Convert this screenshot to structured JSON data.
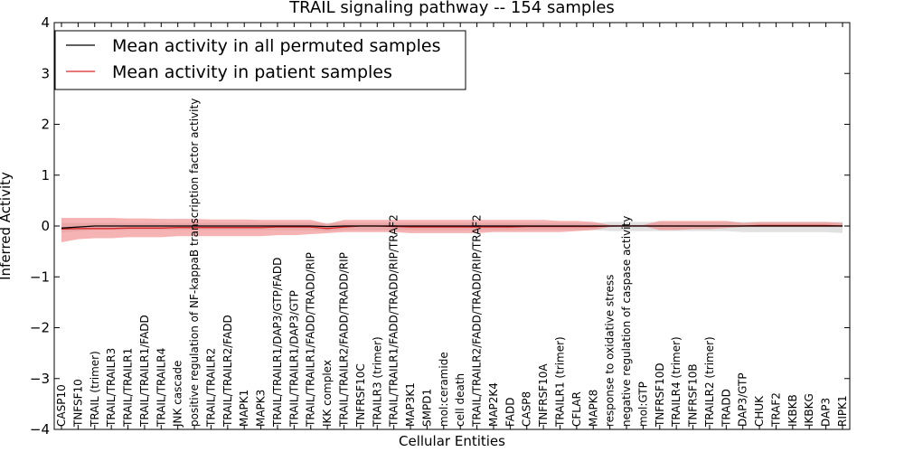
{
  "chart_data": {
    "type": "line",
    "title": "TRAIL signaling pathway -- 154 samples",
    "xlabel": "Cellular Entities",
    "ylabel": "Inferred Activity",
    "ylim": [
      -4,
      4
    ],
    "yticks": [
      -4,
      -3,
      -2,
      -1,
      0,
      1,
      2,
      3,
      4
    ],
    "ytick_labels": [
      "−4",
      "−3",
      "−2",
      "−1",
      "0",
      "1",
      "2",
      "3",
      "4"
    ],
    "grid": false,
    "legend_position": "upper-left",
    "categories": [
      "CASP10",
      "TNFSF10",
      "TRAIL (trimer)",
      "TRAIL/TRAILR3",
      "TRAIL/TRAILR1",
      "TRAIL/TRAILR1/FADD",
      "TRAIL/TRAILR4",
      "JNK cascade",
      "positive regulation of NF-kappaB transcription factor activity",
      "TRAIL/TRAILR2",
      "TRAIL/TRAILR2/FADD",
      "MAPK1",
      "MAPK3",
      "TRAIL/TRAILR1/DAP3/GTP/FADD",
      "TRAIL/TRAILR1/DAP3/GTP",
      "TRAIL/TRAILR1/FADD/TRADD/RIP",
      "IKK complex",
      "TRAIL/TRAILR2/FADD/TRADD/RIP",
      "TNFRSF10C",
      "TRAILR3 (trimer)",
      "TRAIL/TRAILR1/FADD/TRADD/RIP/TRAF2",
      "MAP3K1",
      "SMPD1",
      "mol:ceramide",
      "cell death",
      "TRAIL/TRAILR2/FADD/TRADD/RIP/TRAF2",
      "MAP2K4",
      "FADD",
      "CASP8",
      "TNFRSF10A",
      "TRAILR1 (trimer)",
      "CFLAR",
      "MAPK8",
      "response to oxidative stress",
      "negative regulation of caspase activity",
      "mol:GTP",
      "TNFRSF10D",
      "TRAILR4 (trimer)",
      "TNFRSF10B",
      "TRAILR2 (trimer)",
      "TRADD",
      "DAP3/GTP",
      "CHUK",
      "TRAF2",
      "IKBKB",
      "IKBKG",
      "DAP3",
      "RIPK1"
    ],
    "series": [
      {
        "name": "Mean activity in all permuted samples",
        "color": "#000000",
        "band_color": "#bdbdbd",
        "values": [
          -0.04,
          -0.02,
          0.0,
          0.0,
          0.0,
          0.0,
          0.0,
          0.0,
          0.0,
          0.0,
          0.0,
          0.0,
          0.0,
          0.0,
          0.0,
          0.0,
          -0.01,
          0.0,
          0.0,
          0.0,
          0.0,
          0.0,
          0.0,
          0.0,
          0.0,
          0.0,
          0.0,
          0.0,
          0.0,
          0.0,
          0.0,
          0.0,
          0.0,
          0.0,
          0.0,
          0.0,
          0.0,
          0.0,
          0.0,
          0.0,
          0.0,
          0.0,
          0.0,
          0.0,
          0.0,
          0.0,
          0.0,
          0.0
        ],
        "lower": [
          -0.12,
          -0.1,
          -0.08,
          -0.08,
          -0.08,
          -0.08,
          -0.08,
          -0.08,
          -0.08,
          -0.08,
          -0.08,
          -0.08,
          -0.08,
          -0.08,
          -0.08,
          -0.08,
          -0.1,
          -0.08,
          -0.08,
          -0.08,
          -0.08,
          -0.08,
          -0.08,
          -0.08,
          -0.08,
          -0.08,
          -0.08,
          -0.08,
          -0.08,
          -0.08,
          -0.08,
          -0.08,
          -0.08,
          -0.1,
          -0.1,
          -0.1,
          -0.1,
          -0.1,
          -0.1,
          -0.1,
          -0.1,
          -0.12,
          -0.12,
          -0.12,
          -0.12,
          -0.12,
          -0.12,
          -0.14
        ],
        "upper": [
          0.06,
          0.06,
          0.06,
          0.06,
          0.06,
          0.06,
          0.06,
          0.06,
          0.06,
          0.06,
          0.06,
          0.06,
          0.06,
          0.06,
          0.06,
          0.06,
          0.06,
          0.06,
          0.06,
          0.06,
          0.06,
          0.06,
          0.06,
          0.06,
          0.06,
          0.06,
          0.06,
          0.06,
          0.06,
          0.06,
          0.06,
          0.06,
          0.06,
          0.08,
          0.08,
          0.08,
          0.08,
          0.08,
          0.08,
          0.08,
          0.08,
          0.08,
          0.08,
          0.08,
          0.08,
          0.08,
          0.08,
          0.08
        ]
      },
      {
        "name": "Mean activity in patient samples",
        "color": "#d62728",
        "band_color": "#f08080",
        "values": [
          -0.06,
          -0.05,
          -0.05,
          -0.05,
          -0.04,
          -0.04,
          -0.04,
          -0.03,
          -0.03,
          -0.03,
          -0.03,
          -0.03,
          -0.03,
          -0.02,
          -0.02,
          -0.02,
          -0.05,
          -0.02,
          0.0,
          0.0,
          -0.01,
          -0.02,
          -0.02,
          -0.02,
          -0.02,
          -0.02,
          -0.02,
          -0.02,
          -0.01,
          -0.01,
          -0.01,
          -0.01,
          -0.01,
          0.0,
          0.0,
          0.0,
          0.0,
          0.0,
          0.0,
          0.0,
          0.0,
          0.0,
          0.01,
          0.01,
          0.01,
          0.01,
          0.01,
          0.0
        ],
        "lower": [
          -0.32,
          -0.26,
          -0.24,
          -0.24,
          -0.22,
          -0.22,
          -0.22,
          -0.2,
          -0.2,
          -0.2,
          -0.2,
          -0.2,
          -0.2,
          -0.18,
          -0.18,
          -0.16,
          -0.14,
          -0.12,
          -0.12,
          -0.12,
          -0.12,
          -0.14,
          -0.14,
          -0.14,
          -0.14,
          -0.14,
          -0.12,
          -0.12,
          -0.12,
          -0.12,
          -0.12,
          -0.1,
          -0.08,
          -0.02,
          0.0,
          0.0,
          -0.08,
          -0.08,
          -0.06,
          -0.06,
          -0.04,
          -0.02,
          -0.02,
          -0.02,
          -0.02,
          -0.02,
          -0.02,
          -0.02
        ],
        "upper": [
          0.16,
          0.16,
          0.16,
          0.16,
          0.15,
          0.15,
          0.14,
          0.14,
          0.14,
          0.13,
          0.13,
          0.13,
          0.12,
          0.12,
          0.12,
          0.12,
          0.04,
          0.12,
          0.12,
          0.12,
          0.12,
          0.12,
          0.12,
          0.12,
          0.12,
          0.12,
          0.12,
          0.12,
          0.12,
          0.12,
          0.1,
          0.1,
          0.08,
          0.02,
          0.02,
          0.02,
          0.1,
          0.1,
          0.1,
          0.1,
          0.1,
          0.06,
          0.08,
          0.08,
          0.08,
          0.08,
          0.08,
          0.06
        ]
      }
    ]
  }
}
